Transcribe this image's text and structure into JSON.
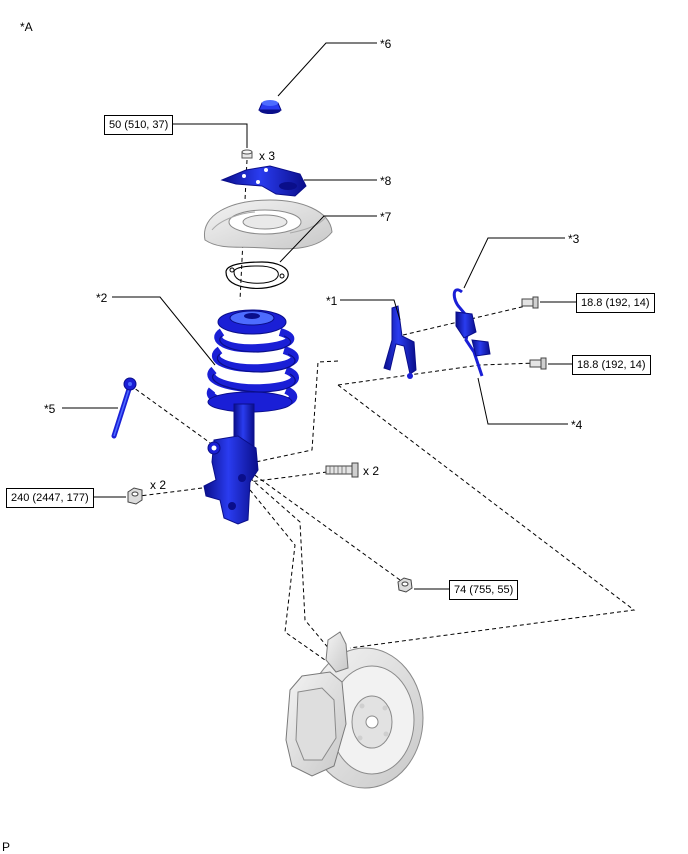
{
  "view_label": "*A",
  "page_code": "P",
  "callouts": {
    "c1": "*1",
    "c2": "*2",
    "c3": "*3",
    "c4": "*4",
    "c5": "*5",
    "c6": "*6",
    "c7": "*7",
    "c8": "*8"
  },
  "torque_specs": {
    "upper_support_nut": "50 (510, 37)",
    "sensor_bolt_upper": "18.8 (192, 14)",
    "sensor_bolt_lower": "18.8 (192, 14)",
    "strut_knuckle_nut": "240 (2447, 177)",
    "stabilizer_link_nut": "74 (755, 55)"
  },
  "quantities": {
    "upper_nut_qty": "x 3",
    "knuckle_nut_qty": "x 2",
    "knuckle_bolt_qty": "x 2"
  },
  "colors": {
    "part_blue": "#1a1fd6",
    "part_blue_dark": "#0a0e8a",
    "part_blue_light": "#4d6cff",
    "ghost_gray": "#d8d8d8",
    "ghost_outline": "#8a8a8a",
    "leader": "#000000"
  }
}
